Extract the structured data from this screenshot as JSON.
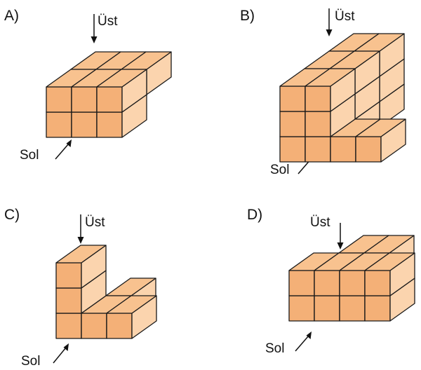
{
  "colors": {
    "front": "#F4B077",
    "right": "#FBD4AE",
    "top": "#F8C28F",
    "edge": "#1a1a1a"
  },
  "icons": [
    "top-view-arrow-icon",
    "left-view-arrow-icon"
  ],
  "options": [
    {
      "label": "A)",
      "top_label": "Üst",
      "left_label": "Sol",
      "cubes": [
        [
          0,
          0,
          0
        ],
        [
          0,
          1,
          0
        ],
        [
          0,
          0,
          1
        ],
        [
          0,
          1,
          1
        ],
        [
          1,
          0,
          0
        ],
        [
          1,
          1,
          0
        ],
        [
          1,
          0,
          1
        ],
        [
          1,
          1,
          1
        ],
        [
          2,
          0,
          0
        ],
        [
          2,
          1,
          0
        ],
        [
          2,
          1,
          1
        ]
      ]
    },
    {
      "label": "B)",
      "top_label": "Üst",
      "left_label": "Sol",
      "cubes": [
        [
          0,
          0,
          0
        ],
        [
          1,
          0,
          0
        ],
        [
          2,
          0,
          0
        ],
        [
          3,
          0,
          0
        ],
        [
          0,
          1,
          0
        ],
        [
          1,
          1,
          0
        ],
        [
          0,
          2,
          0
        ],
        [
          1,
          2,
          0
        ],
        [
          0,
          0,
          1
        ],
        [
          1,
          0,
          1
        ],
        [
          0,
          1,
          1
        ],
        [
          1,
          1,
          1
        ],
        [
          0,
          2,
          1
        ],
        [
          1,
          2,
          1
        ],
        [
          0,
          0,
          2
        ],
        [
          1,
          0,
          2
        ],
        [
          0,
          1,
          2
        ],
        [
          1,
          1,
          2
        ],
        [
          0,
          2,
          2
        ],
        [
          1,
          2,
          2
        ]
      ]
    },
    {
      "label": "C)",
      "top_label": "Üst",
      "left_label": "Sol",
      "cubes": [
        [
          0,
          0,
          0
        ],
        [
          1,
          0,
          0
        ],
        [
          2,
          0,
          0
        ],
        [
          0,
          1,
          0
        ],
        [
          0,
          2,
          0
        ],
        [
          1,
          0,
          1
        ]
      ]
    },
    {
      "label": "D)",
      "top_label": "Üst",
      "left_label": "Sol",
      "cubes": [
        [
          0,
          0,
          0
        ],
        [
          1,
          0,
          0
        ],
        [
          2,
          0,
          0
        ],
        [
          3,
          0,
          0
        ],
        [
          0,
          1,
          0
        ],
        [
          1,
          1,
          0
        ],
        [
          2,
          1,
          0
        ],
        [
          3,
          1,
          0
        ],
        [
          1,
          0,
          1
        ],
        [
          2,
          0,
          1
        ],
        [
          1,
          1,
          1
        ],
        [
          2,
          1,
          1
        ]
      ]
    }
  ]
}
